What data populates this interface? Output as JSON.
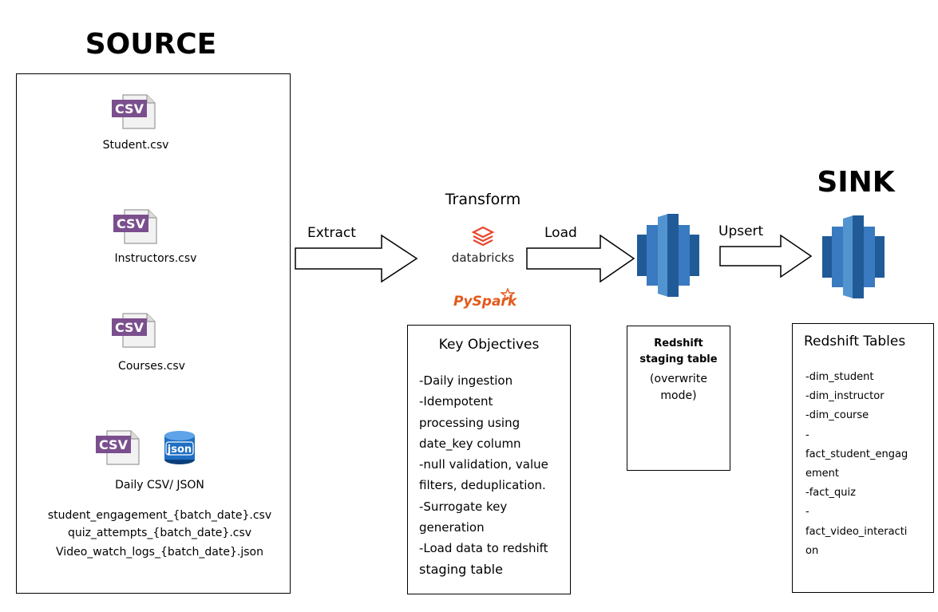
{
  "source": {
    "title": "SOURCE",
    "files": [
      {
        "icon": "csv-file-icon",
        "label": "Student.csv"
      },
      {
        "icon": "csv-file-icon",
        "label": "Instructors.csv"
      },
      {
        "icon": "csv-file-icon",
        "label": "Courses.csv"
      }
    ],
    "daily_label": "Daily CSV/ JSON",
    "daily_files": [
      "student_engagement_{batch_date}.csv",
      "quiz_attempts_{batch_date}.csv",
      "Video_watch_logs_{batch_date}.json"
    ],
    "csv_badge": "CSV",
    "json_badge": "json"
  },
  "steps": {
    "extract": "Extract",
    "transform": "Transform",
    "load": "Load",
    "upsert": "Upsert"
  },
  "transform_tools": {
    "databricks": "databricks",
    "pyspark_py": "Py",
    "pyspark_spark": "Spark"
  },
  "objectives": {
    "title": "Key Objectives",
    "lines": [
      "-Daily ingestion",
      "-Idempotent",
      "processing using",
      "date_key column",
      "-null validation, value",
      "filters, deduplication.",
      "-Surrogate key",
      "generation",
      "-Load data to redshift",
      "staging table"
    ]
  },
  "staging": {
    "title_line1": "Redshift",
    "title_line2": "staging table",
    "mode_line1": "(overwrite",
    "mode_line2": "mode)"
  },
  "sink": {
    "title": "SINK",
    "tables_title": "Redshift Tables",
    "tables": [
      "-dim_student",
      "-dim_instructor",
      "-dim_course",
      "-",
      "fact_student_engag",
      "ement",
      "-fact_quiz",
      "-",
      "fact_video_interacti",
      "on"
    ]
  },
  "colors": {
    "csv_purple": "#7b4f8e",
    "json_blue": "#1f6fc2",
    "redshift_dark": "#205b98",
    "redshift_mid": "#3a7ac0",
    "redshift_light": "#5294cf",
    "databricks_red": "#e8452c",
    "pyspark_orange": "#e25a1c"
  }
}
